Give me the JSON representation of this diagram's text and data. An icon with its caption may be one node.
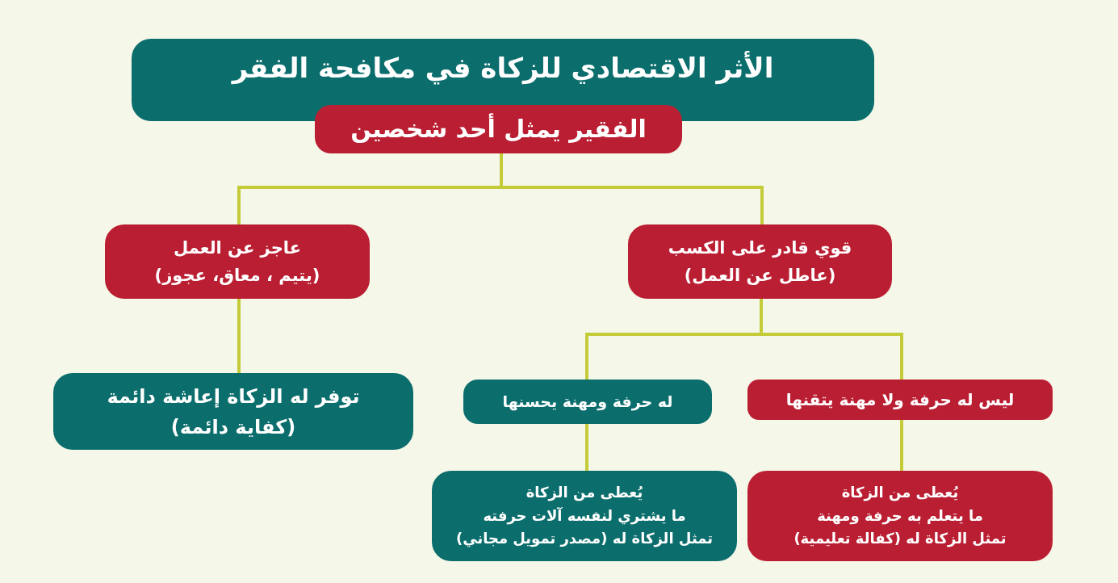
{
  "diagram": {
    "nodes": [
      {
        "text": [
          "الأثر الاقتصادي للزكاة في مكافحة الفقر"
        ]
      },
      {
        "text": [
          "الفقير يمثل أحد شخصين"
        ]
      },
      {
        "text": [
          "قوي قادر على الكسب",
          "(عاطل عن العمل)"
        ]
      },
      {
        "text": [
          "عاجز عن العمل",
          "(يتيم ، معاق، عجوز)"
        ]
      },
      {
        "text": [
          "ليس له حرفة ولا مهنة يتقنها"
        ]
      },
      {
        "text": [
          "له حرفة ومهنة يحسنها"
        ]
      },
      {
        "text": [
          "توفر له الزكاة إعاشة دائمة",
          "(كفاية دائمة)"
        ]
      },
      {
        "text": [
          "يُعطى من الزكاة",
          "ما يتعلم به حرفة ومهنة",
          "تمثل الزكاة له (كفالة تعليمية)"
        ]
      },
      {
        "text": [
          "يُعطى من الزكاة",
          "ما يشتري لنفسه آلات حرفته",
          "تمثل الزكاة له (مصدر تمويل مجاني)"
        ]
      }
    ],
    "edges": [
      {
        "from": 1,
        "to": 2,
        "arrow": "none"
      },
      {
        "from": 1,
        "to": 3,
        "arrow": "none"
      },
      {
        "from": 3,
        "to": 6,
        "arrow": "none"
      },
      {
        "from": 2,
        "to": 4,
        "arrow": "none"
      },
      {
        "from": 2,
        "to": 5,
        "arrow": "none"
      },
      {
        "from": 4,
        "to": 7,
        "arrow": "none"
      },
      {
        "from": 5,
        "to": 8,
        "arrow": "none"
      }
    ]
  }
}
